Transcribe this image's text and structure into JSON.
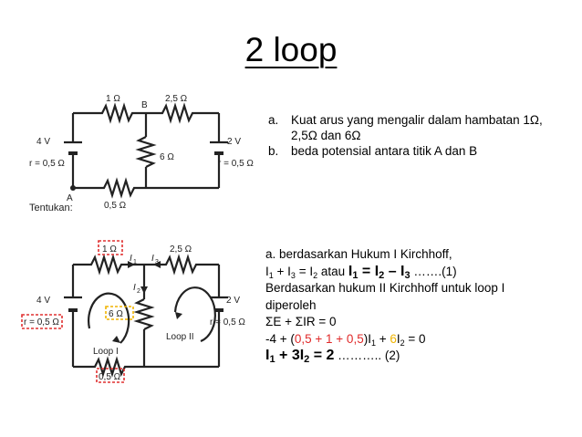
{
  "slide": {
    "title": "2 loop"
  },
  "fig1": {
    "r1": "1 Ω",
    "r2": "2,5 Ω",
    "r3": "6 Ω",
    "r4": "0,5 Ω",
    "node_b": "B",
    "node_a": "A",
    "emf_left": "4 V",
    "emf_right": "2 V",
    "int_left": "r = 0,5 Ω",
    "int_right": "r = 0,5 Ω",
    "caption": "Tentukan:"
  },
  "questions": [
    {
      "marker": "a.",
      "text": "Kuat arus yang mengalir dalam hambatan 1Ω, 2,5Ω dan 6Ω"
    },
    {
      "marker": "b.",
      "text": "beda potensial antara titik A dan B"
    }
  ],
  "fig2": {
    "r1": "1 Ω",
    "r2": "2,5 Ω",
    "r3": "6 Ω",
    "r4": "0,5 Ω",
    "i1": "I",
    "i2": "I",
    "i3": "I",
    "sub1": "1",
    "sub2": "2",
    "sub3": "3",
    "emf_left": "4 V",
    "emf_right": "2 V",
    "int_left": "r = 0,5 Ω",
    "int_right": "r = 0,5 Ω",
    "loop1": "Loop I",
    "loop2": "Loop II",
    "highlight_red": "#e03030",
    "highlight_yellow": "#f0b400"
  },
  "answer": {
    "line1": "a. berdasarkan Hukum I Kirchhoff,",
    "line2": {
      "a": "I",
      "a_sub": "1",
      "b": " + I",
      "b_sub": "3",
      "c": " = I",
      "c_sub": "2",
      "d": " atau ",
      "e": "I",
      "e_sub": "1",
      "f": " = I",
      "f_sub": "2",
      "g": " – I",
      "g_sub": "3",
      "h": " …….(1)"
    },
    "line3": "Berdasarkan hukum II Kirchhoff untuk loop I",
    "line4": "diperoleh",
    "line5": "ΣE + ΣIR = 0",
    "line6": {
      "a": "-4 + (",
      "b": "0,5 + 1 + 0,5",
      "c": ")I",
      "c_sub": "1",
      "d": " + ",
      "e": "6",
      "f": "I",
      "f_sub": "2",
      "g": " = 0"
    },
    "line7": {
      "a": "I",
      "a_sub": "1",
      "b": " + 3I",
      "b_sub": "2",
      "c": " = 2",
      "d": " ……….. (2)"
    }
  }
}
